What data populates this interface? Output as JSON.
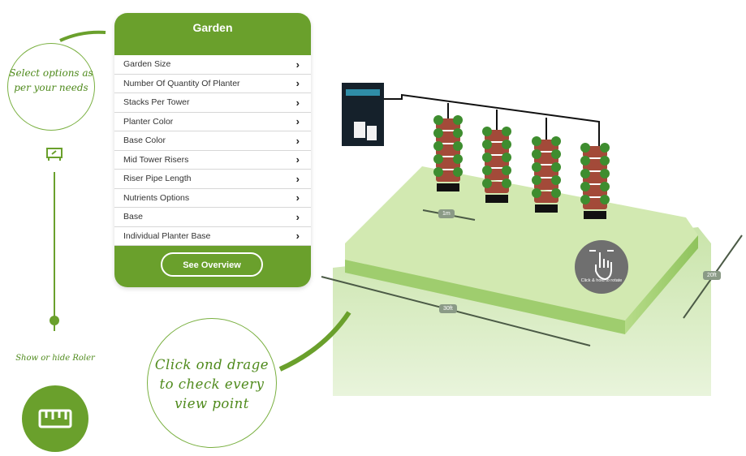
{
  "panel": {
    "title": "Garden",
    "items": [
      {
        "label": "Garden Size"
      },
      {
        "label": "Number Of Quantity Of Planter"
      },
      {
        "label": "Stacks Per Tower"
      },
      {
        "label": "Planter Color"
      },
      {
        "label": "Base Color"
      },
      {
        "label": "Mid Tower Risers"
      },
      {
        "label": "Riser Pipe Length"
      },
      {
        "label": "Nutrients Options"
      },
      {
        "label": "Base"
      },
      {
        "label": "Individual Planter Base"
      }
    ],
    "overview_button": "See Overview"
  },
  "tutorial": {
    "select_hint": "Select  options as per your needs",
    "drag_hint": "Click ond drage to check every view point",
    "ruler_hint": "Show or hide Roler"
  },
  "dimensions": {
    "length": "30ft",
    "width": "20ft",
    "spacing": "1m"
  },
  "rotate_hint": "Click & hold to rotate",
  "colors": {
    "accent": "#6aa02c",
    "platform_top": "#cfe7a9",
    "platform_side": "#a7d27a",
    "ground": "#d9ecc3",
    "planter": "#a34a39",
    "leaf": "#3e8d2f"
  },
  "icons": {
    "chevron": "chevron-right-icon",
    "ruler": "ruler-icon",
    "hand": "hand-pointer-icon"
  }
}
